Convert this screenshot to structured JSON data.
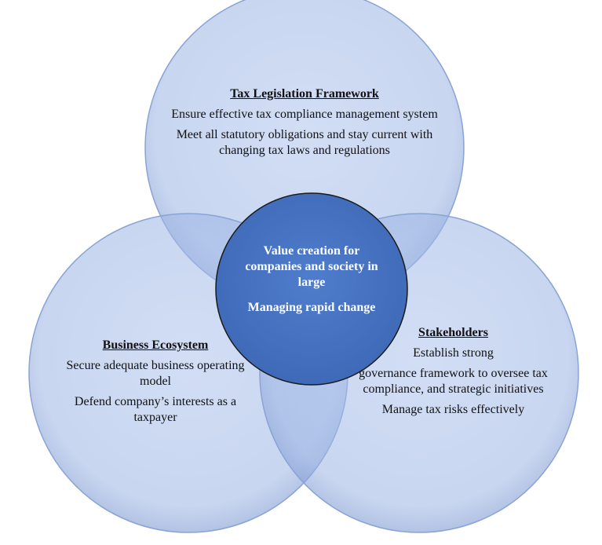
{
  "colors": {
    "circle_fill": "#9db5e5",
    "circle_stroke": "#7f9ad0",
    "center_fill": "#4472c4",
    "center_stroke": "#1a1a1a",
    "text_dark": "#111111",
    "text_light": "#ffffff"
  },
  "top_circle": {
    "heading": "Tax Legislation Framework",
    "line1": "Ensure effective tax compliance management system",
    "line2": "Meet all statutory obligations and stay current with changing tax laws and regulations"
  },
  "left_circle": {
    "heading": "Business Ecosystem",
    "line1": "Secure adequate business operating model",
    "line2": "Defend company’s interests as a taxpayer"
  },
  "right_circle": {
    "heading": "Stakeholders",
    "line1": "Establish strong",
    "line2": "governance framework to oversee tax compliance, and strategic initiatives",
    "line3": "Manage tax risks effectively"
  },
  "center_circle": {
    "line1": "Value creation for companies and society in large",
    "line2": "Managing rapid change"
  }
}
